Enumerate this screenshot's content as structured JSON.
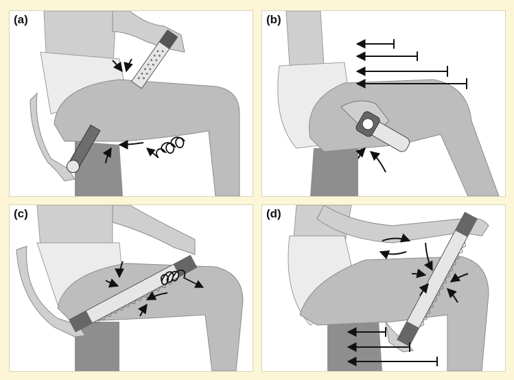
{
  "panels": [
    {
      "label": "(a)"
    },
    {
      "label": "(b)"
    },
    {
      "label": "(c)"
    },
    {
      "label": "(d)"
    }
  ],
  "colors": {
    "background": "#fcf5d6",
    "panel": "#ffffff",
    "skin": "#cfcfcf",
    "thigh": "#bdbdbd",
    "shin_dark": "#8e8e8e",
    "shorts": "#ececec",
    "device_dark": "#555555",
    "device_light": "#e6e6e6",
    "arrow": "#111111"
  }
}
